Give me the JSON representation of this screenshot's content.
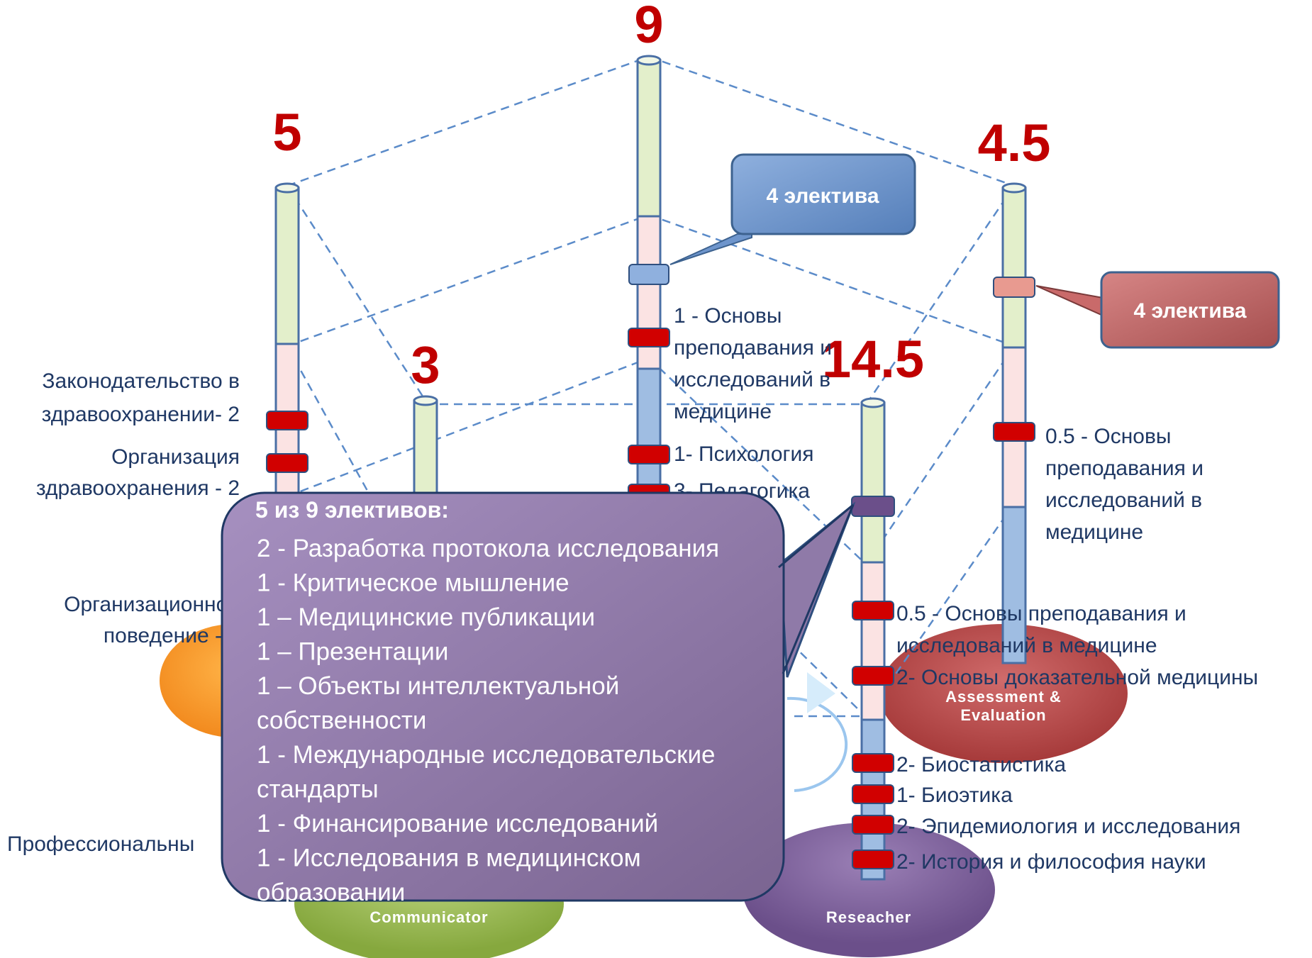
{
  "totals": {
    "center": "9",
    "left": "5",
    "right": "4.5",
    "inner_left": "3",
    "inner_right": "14.5"
  },
  "roles": {
    "assessment_line1": "Assessment &",
    "assessment_line2": "Evaluation",
    "communicator": "Communicator",
    "researcher": "Reseacher"
  },
  "callouts": {
    "center": "4 электива",
    "right": "4 электива"
  },
  "left_labels": {
    "legislation_1": "Законодательство в",
    "legislation_2": "здравоохранении- 2",
    "organization_1": "Организация",
    "organization_2": "здравоохранения - 2",
    "behavior_1": "Организационное",
    "behavior_2": "поведение - 1",
    "professional": "Профессиональны"
  },
  "center_labels": {
    "basics_1": "1 - Основы",
    "basics_2": "преподавания и",
    "basics_3": "исследований в",
    "basics_4": "медицине",
    "psychology": "1- Психология",
    "pedagogy": "3- Педагогика"
  },
  "right_labels": {
    "basics_1": "0.5 - Основы",
    "basics_2": "преподавания и",
    "basics_3": "исследований в",
    "basics_4": "медицине"
  },
  "researcher_labels": {
    "basics_1": "0.5 - Основы преподавания и",
    "basics_2": "исследований в медицине",
    "ebm": "2- Основы доказательной медицины",
    "biostat": "2- Биостатистика",
    "bioethics": "1- Биоэтика",
    "epidemiology": "2- Эпидемиология и исследования",
    "history": "2- История и философия науки"
  },
  "electives_box": {
    "title": "5 из 9 элективов:",
    "lines": [
      "2 -  Разработка протокола исследования",
      "1 -  Критическое мышление",
      "1 – Медицинские публикации",
      "1 – Презентации",
      "1 – Объекты интеллектуальной",
      "собственности",
      "1 -  Международные исследовательские",
      "стандарты",
      "1 -  Финансирование исследований",
      "1 -  Исследования в медицинском",
      "образовании"
    ]
  },
  "colors": {
    "number_red": "#c00000",
    "label_navy": "#1f3864",
    "tube_green": "#e3efcb",
    "tube_pink": "#fbe3e3",
    "tube_blue": "#9fbde2",
    "ring_red": "#d10000",
    "dash_blue": "#5b8bc9",
    "callout_blue": "#6e95cc",
    "callout_rose": "#c96a6a",
    "electives_purple": "#8f7aa8"
  }
}
